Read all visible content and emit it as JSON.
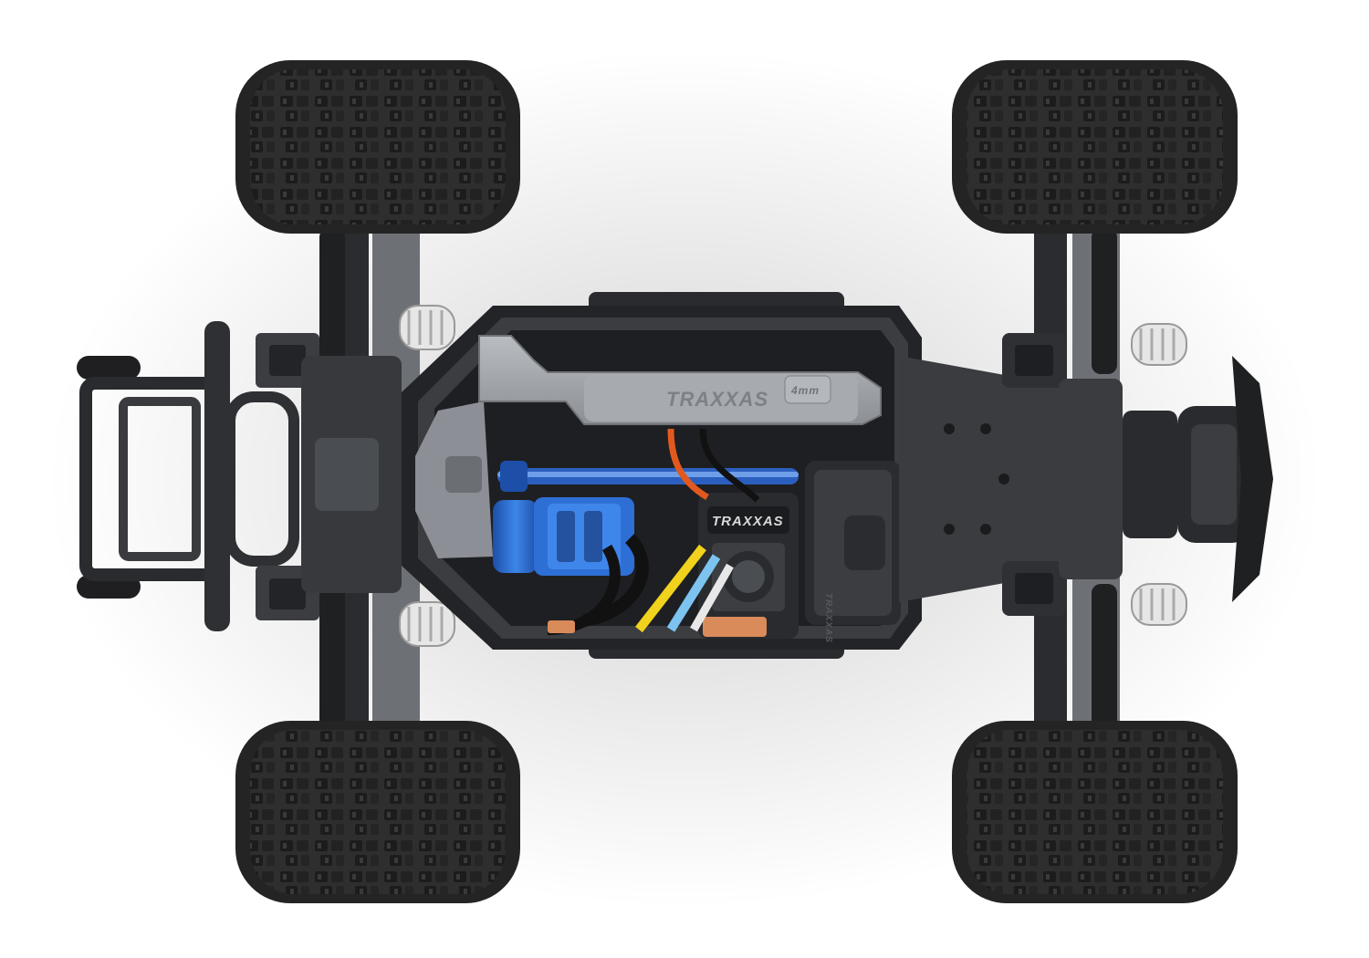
{
  "scene": {
    "subject": "rc-monster-truck-chassis-top-view",
    "brand_marks": {
      "battery_strap": "TRAXXAS",
      "battery_strap_tag": "4mm",
      "esc": "TRAXXAS",
      "receiver_box": "TRAXXAS"
    },
    "colors": {
      "background": "#ffffff",
      "tire": "#2a2a2a",
      "tire_tread": "#1a1a1a",
      "chassis": "#3b3d40",
      "chassis_dark": "#232427",
      "strap": "#9a9ea3",
      "strap_light": "#b9bdc1",
      "motor_blue": "#2d6fd1",
      "driveshaft_blue": "#2b5fbf",
      "wire_orange": "#e2591f",
      "wire_yellow": "#f1d21c",
      "wire_blue": "#7cc3f0",
      "spring_white": "#e8e8e8",
      "copper": "#d98b5a"
    }
  }
}
